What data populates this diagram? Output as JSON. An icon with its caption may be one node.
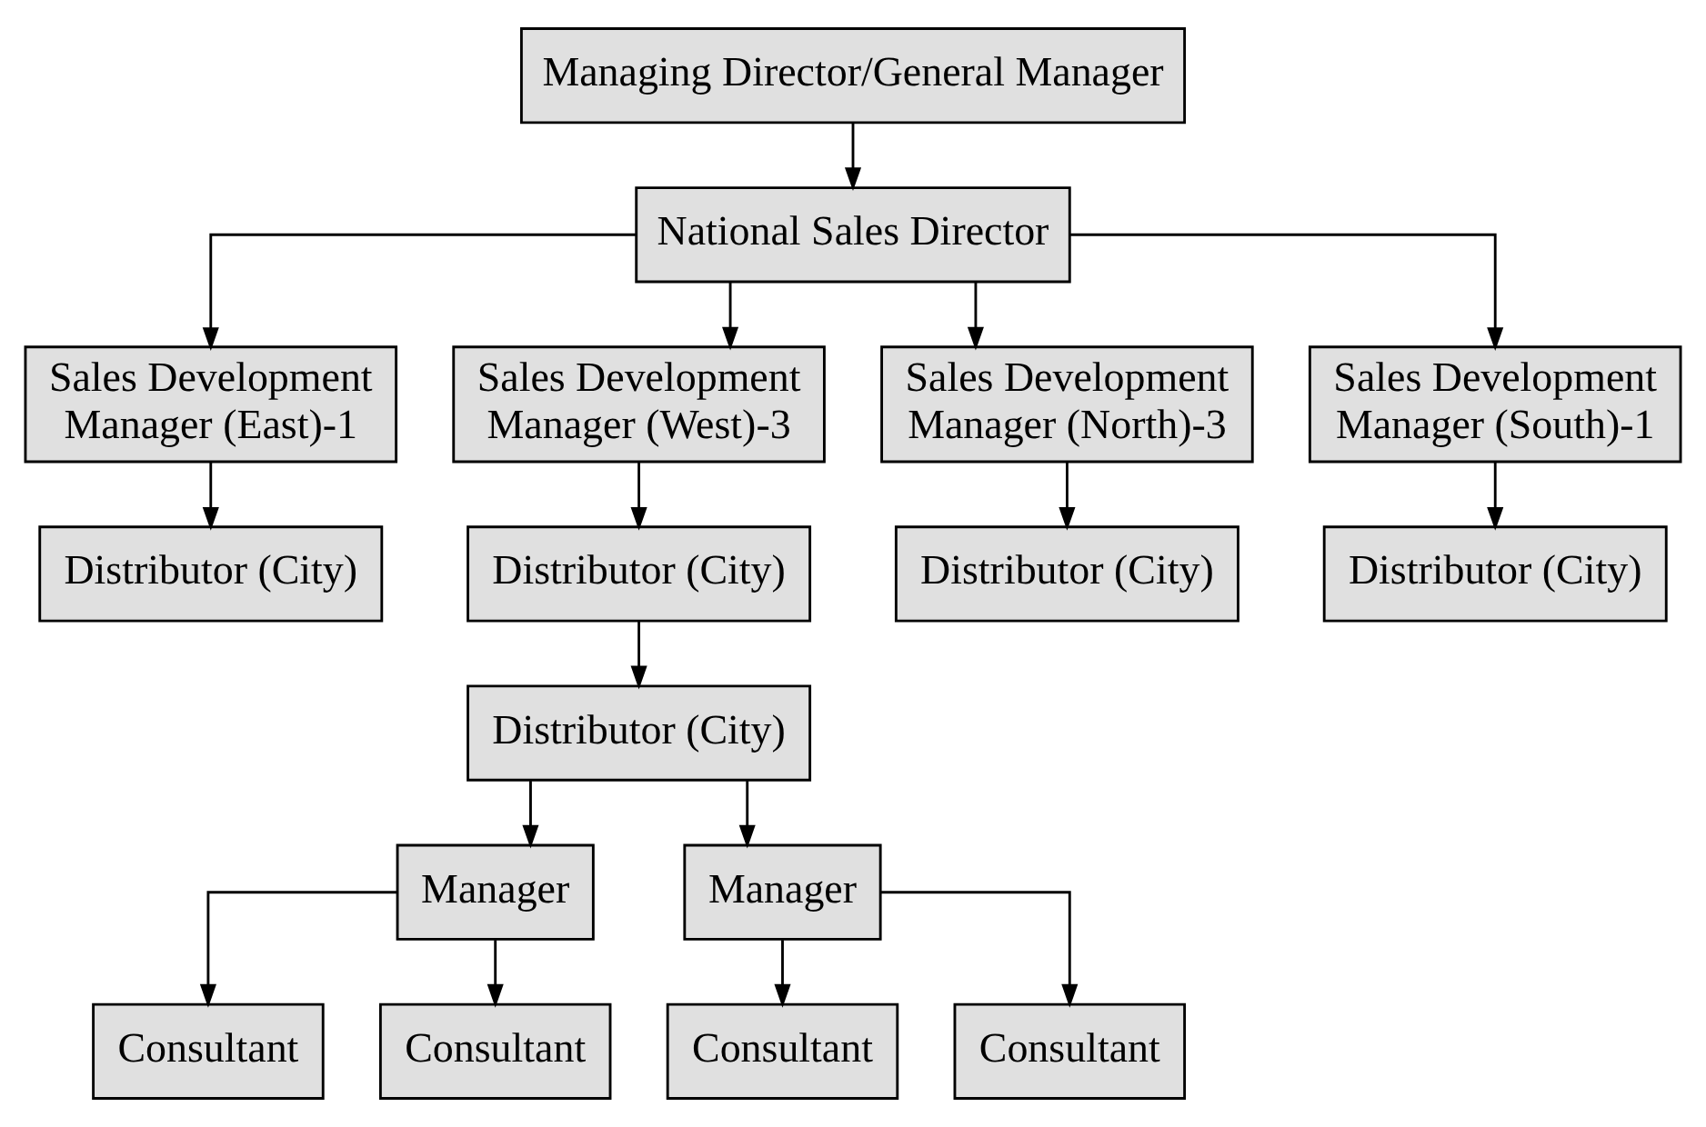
{
  "diagram": {
    "nodes": [
      {
        "text": [
          "Managing Director/General Manager"
        ]
      },
      {
        "text": [
          "National Sales Director"
        ]
      },
      {
        "text": [
          "Sales Development Manager (East)-1"
        ]
      },
      {
        "text": [
          "Sales Development Manager (West)-3"
        ]
      },
      {
        "text": [
          "Sales Development Manager (North)-3"
        ]
      },
      {
        "text": [
          "Sales Development Manager (South)-1"
        ]
      },
      {
        "text": [
          "Distributor (City)"
        ]
      },
      {
        "text": [
          "Distributor (City)"
        ]
      },
      {
        "text": [
          "Distributor (City)"
        ]
      },
      {
        "text": [
          "Distributor (City)"
        ]
      },
      {
        "text": [
          "Distributor (City)"
        ]
      },
      {
        "text": [
          "Manager"
        ]
      },
      {
        "text": [
          "Manager"
        ]
      },
      {
        "text": [
          "Consultant"
        ]
      },
      {
        "text": [
          "Consultant"
        ]
      },
      {
        "text": [
          "Consultant"
        ]
      },
      {
        "text": [
          "Consultant"
        ]
      }
    ],
    "edges": [
      {
        "from": 0,
        "to": 1,
        "arrow": "to"
      },
      {
        "from": 1,
        "to": 2,
        "arrow": "to"
      },
      {
        "from": 1,
        "to": 3,
        "arrow": "to"
      },
      {
        "from": 1,
        "to": 4,
        "arrow": "to"
      },
      {
        "from": 1,
        "to": 5,
        "arrow": "to"
      },
      {
        "from": 2,
        "to": 6,
        "arrow": "to"
      },
      {
        "from": 3,
        "to": 7,
        "arrow": "to"
      },
      {
        "from": 4,
        "to": 8,
        "arrow": "to"
      },
      {
        "from": 5,
        "to": 9,
        "arrow": "to"
      },
      {
        "from": 7,
        "to": 10,
        "arrow": "to"
      },
      {
        "from": 10,
        "to": 11,
        "arrow": "to"
      },
      {
        "from": 10,
        "to": 12,
        "arrow": "to"
      },
      {
        "from": 11,
        "to": 13,
        "arrow": "to"
      },
      {
        "from": 11,
        "to": 14,
        "arrow": "to"
      },
      {
        "from": 12,
        "to": 15,
        "arrow": "to"
      },
      {
        "from": 12,
        "to": 16,
        "arrow": "to"
      }
    ]
  }
}
